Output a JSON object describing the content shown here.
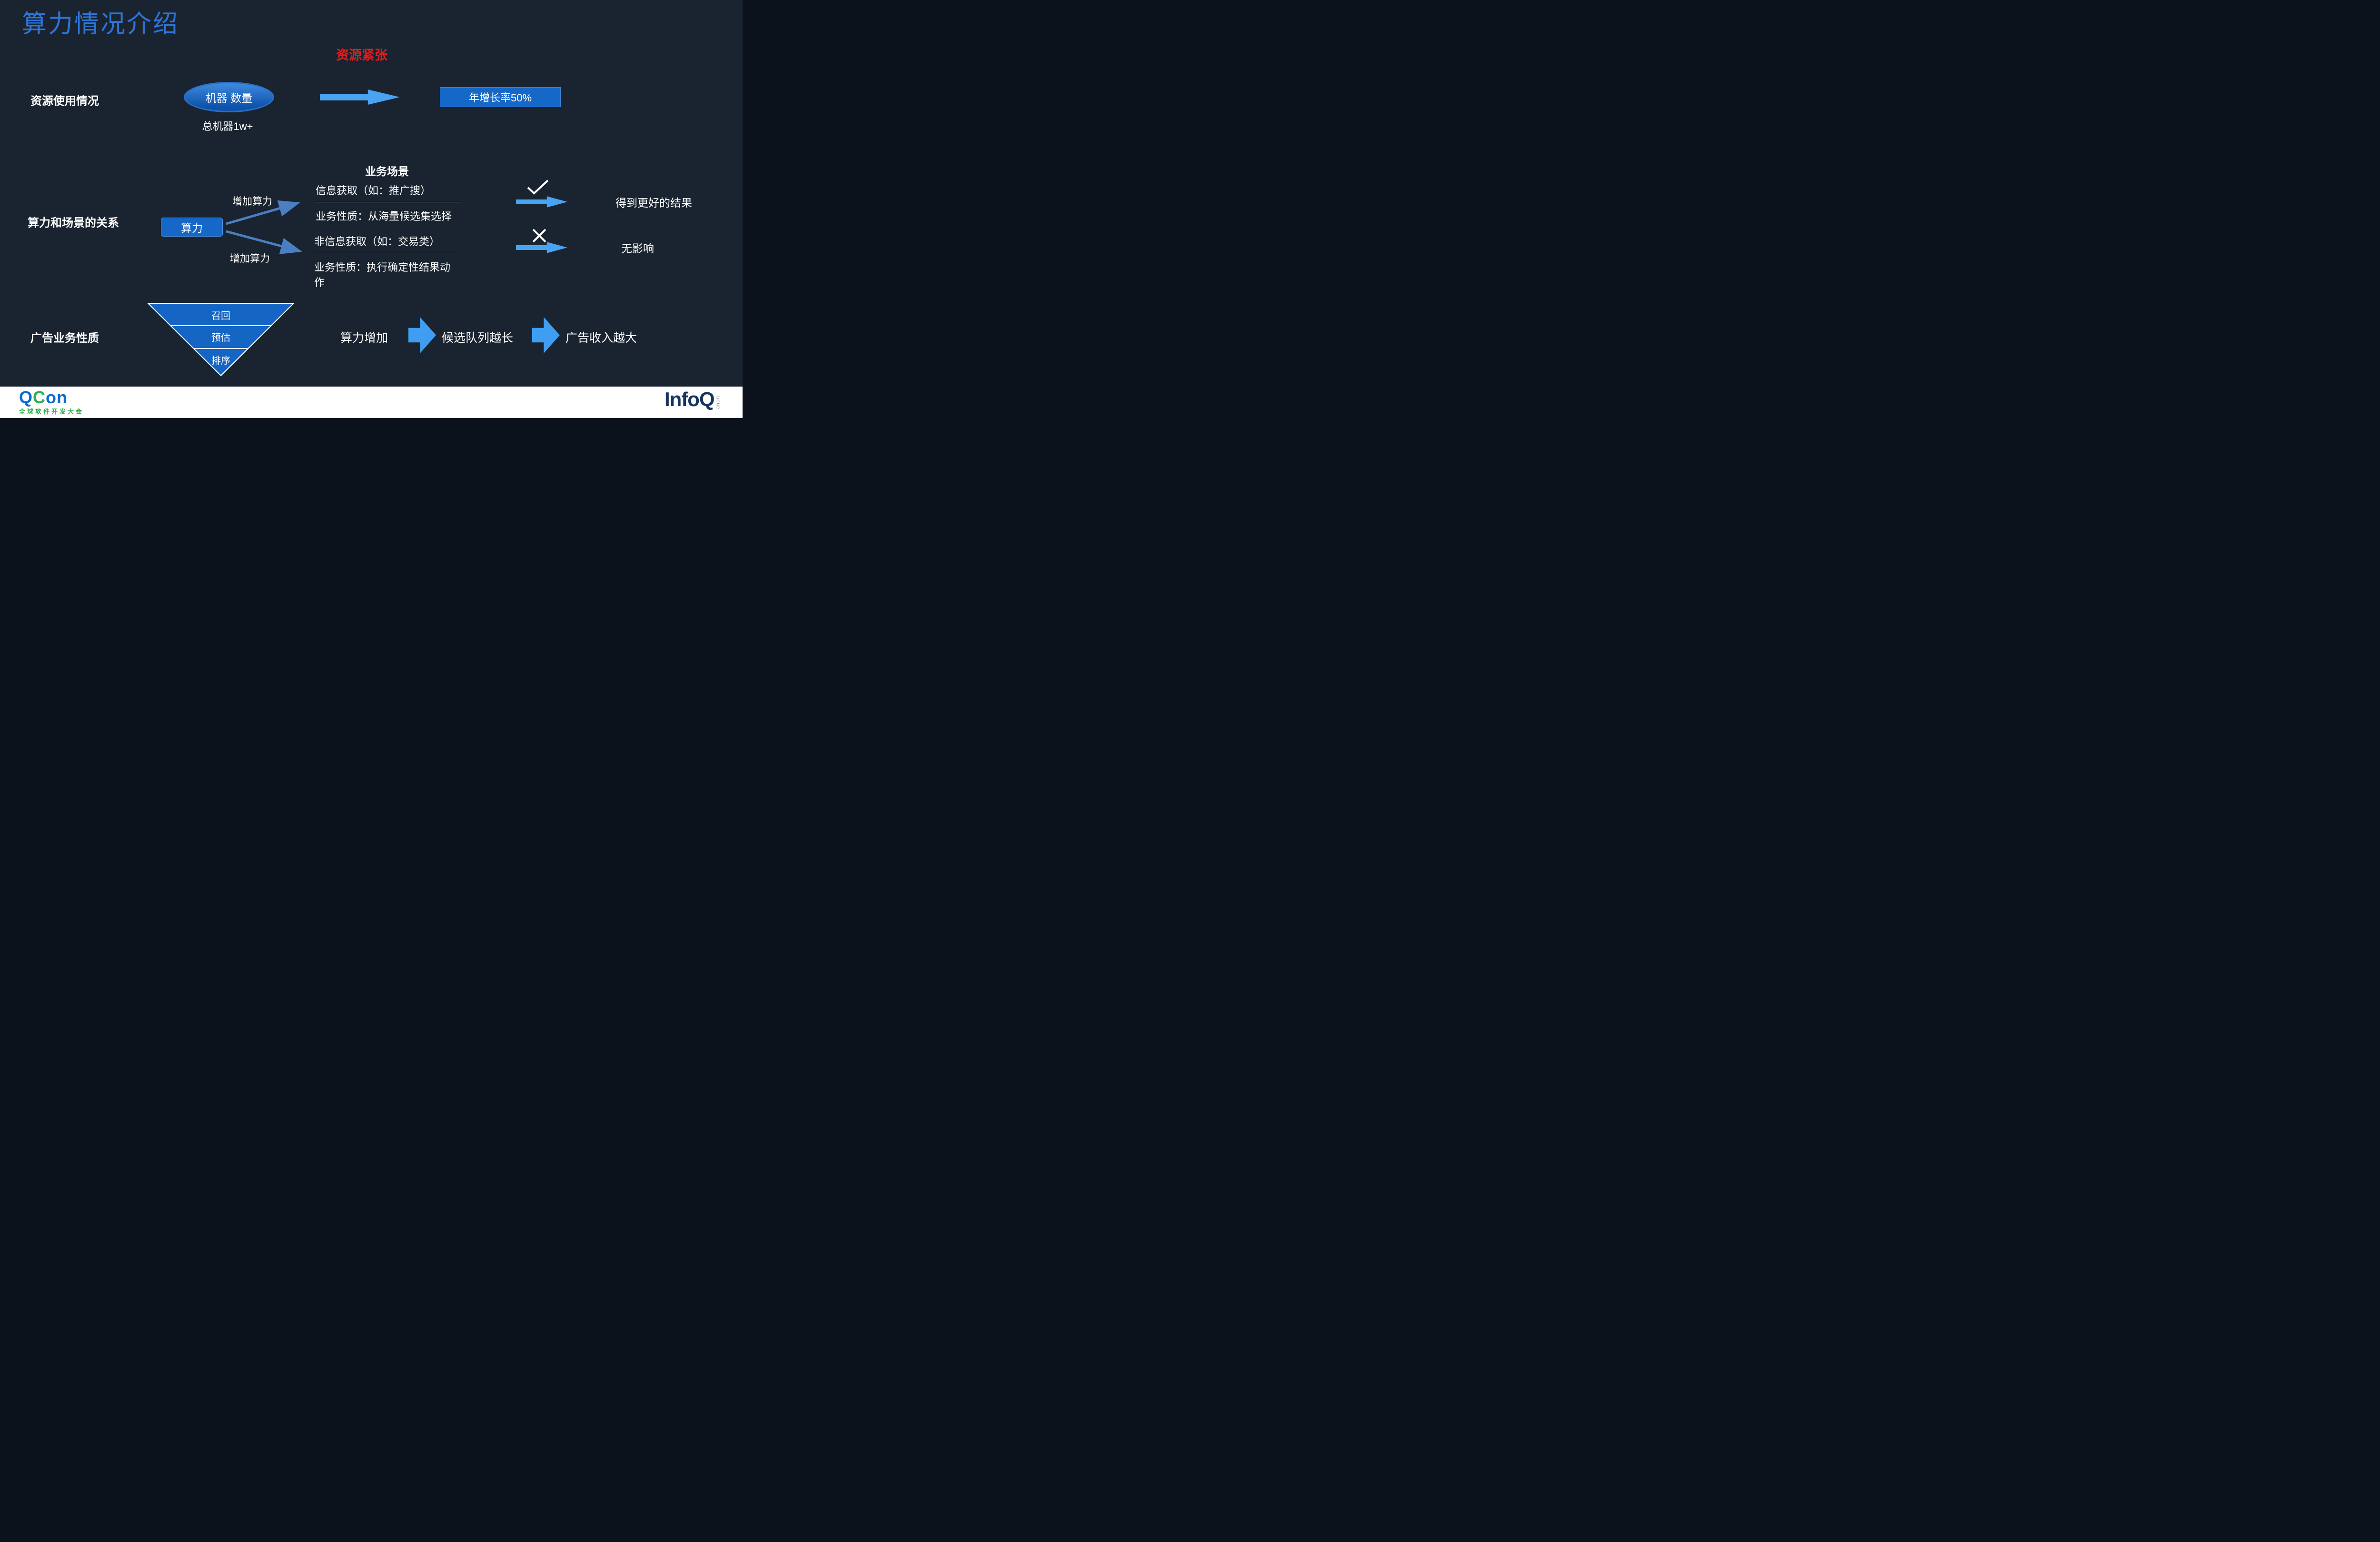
{
  "slide": {
    "title": "算力情况介绍",
    "alert": "资源紧张"
  },
  "resources": {
    "label": "资源使用情况",
    "machine_ellipse": "机器 数量",
    "machine_total": "总机器1w+",
    "growth_box": "年增长率50%"
  },
  "relation": {
    "label": "算力和场景的关系",
    "power_box": "算力",
    "arrow_top_label": "增加算力",
    "arrow_bottom_label": "增加算力",
    "scenarios_header": "业务场景",
    "info_title": "信息获取（如：推广搜）",
    "info_desc": "业务性质：从海量候选集选择",
    "noninfo_title": "非信息获取（如：交易类）",
    "noninfo_desc": "业务性质：执行确定性结果动作",
    "positive_result": "得到更好的结果",
    "negative_result": "无影响"
  },
  "ads": {
    "label": "广告业务性质",
    "funnel": [
      "召回",
      "预估",
      "排序"
    ],
    "step1": "算力增加",
    "step2": "候选队列越长",
    "step3": "广告收入越大"
  },
  "footer": {
    "qcon_q": "Q",
    "qcon_c": "C",
    "qcon_on": "on",
    "qcon_subtitle": "全球软件开发大会",
    "infoq_text": "InfoQ",
    "infoq_vertical": "ueue"
  },
  "colors": {
    "background": "#1a2430",
    "title_blue": "#2e75d8",
    "alert_red": "#e11d1d",
    "shape_blue": "#1567c8",
    "arrow_light_blue": "#4aa2f2",
    "arrow_steel_blue": "#4a7fc4",
    "block_arrow_blue": "#3f9ef2",
    "qcon_blue": "#0a6ad4",
    "qcon_green": "#2fae49",
    "infoq_navy": "#16355f"
  }
}
